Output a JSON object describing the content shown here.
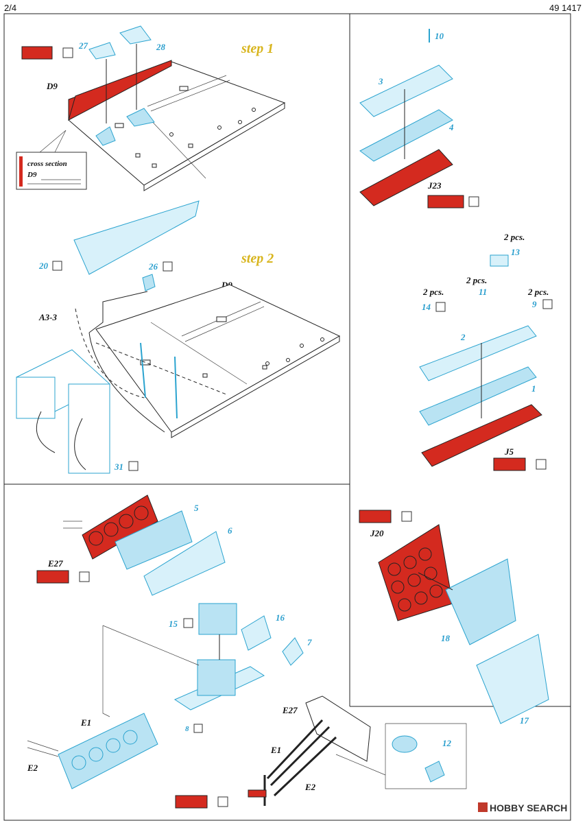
{
  "header": {
    "page": "2/4",
    "code": "49 1417"
  },
  "steps": {
    "step1": "step 1",
    "step2": "step 2"
  },
  "labels": {
    "d9_a": "D9",
    "d9_b": "D9",
    "a33": "A3-3",
    "cross_section": "cross section",
    "cross_d9": "D9",
    "j23": "J23",
    "j5": "J5",
    "j20": "J20",
    "e27_a": "E27",
    "e27_b": "E27",
    "e1_a": "E1",
    "e1_b": "E1",
    "e2_a": "E2",
    "e2_b": "E2",
    "pcs_13": "2 pcs.",
    "pcs_11": "2 pcs.",
    "pcs_14": "2 pcs.",
    "pcs_9": "2 pcs."
  },
  "parts": {
    "p1": "1",
    "p2": "2",
    "p3": "3",
    "p4": "4",
    "p5": "5",
    "p6": "6",
    "p7": "7",
    "p8": "8",
    "p9": "9",
    "p10": "10",
    "p11": "11",
    "p12": "12",
    "p13": "13",
    "p14": "14",
    "p15": "15",
    "p16": "16",
    "p17": "17",
    "p18": "18",
    "p20": "20",
    "p26": "26",
    "p27": "27",
    "p28": "28",
    "p31": "31"
  },
  "watermark": {
    "brand": "HOBBY SEARCH"
  },
  "colors": {
    "red": "#d42a1f",
    "cyan": "#b9e3f3",
    "cyan_stroke": "#2aa3cf",
    "step_text": "#d8b51e"
  },
  "icons": [
    "paint-swatch-icon",
    "fold-check-icon",
    "apply-decal-icon",
    "hatch-icon"
  ]
}
